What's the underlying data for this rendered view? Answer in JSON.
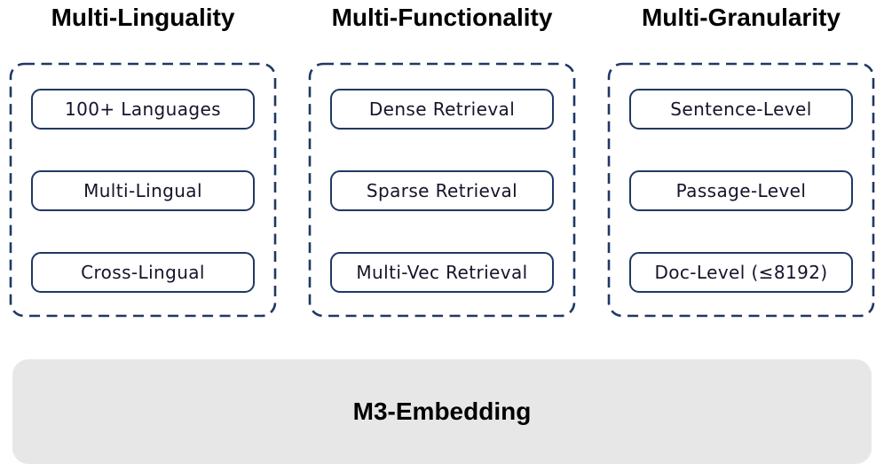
{
  "diagram": {
    "columns": [
      {
        "title": "Multi-Linguality",
        "items": [
          "100+ Languages",
          "Multi-Lingual",
          "Cross-Lingual"
        ]
      },
      {
        "title": "Multi-Functionality",
        "items": [
          "Dense Retrieval",
          "Sparse Retrieval",
          "Multi-Vec Retrieval"
        ]
      },
      {
        "title": "Multi-Granularity",
        "items": [
          "Sentence-Level",
          "Passage-Level",
          "Doc-Level (≤8192)"
        ]
      }
    ],
    "footer": {
      "label": "M3-Embedding"
    },
    "colors": {
      "border_navy": "#203864",
      "footer_bg": "#e7e7e7",
      "item_text": "#14142b",
      "title_text": "#000000"
    }
  }
}
